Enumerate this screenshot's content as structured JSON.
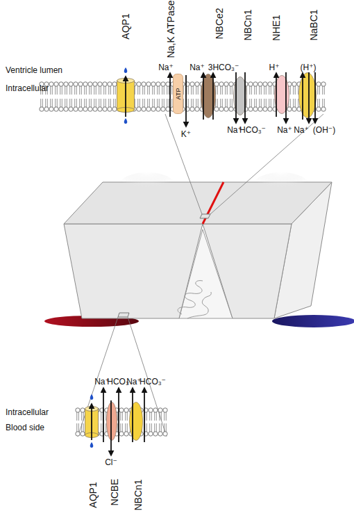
{
  "diagram": {
    "nodes": [
      {
        "text": [
          "AQP1"
        ]
      },
      {
        "text": [
          "Na,K ATPase",
          "ATP"
        ]
      },
      {
        "text": [
          "NBCe2"
        ]
      },
      {
        "text": [
          "NBCn1"
        ]
      },
      {
        "text": [
          "NHE1"
        ]
      },
      {
        "text": [
          "NaBC1"
        ]
      },
      {
        "text": [
          "AQP1"
        ]
      },
      {
        "text": [
          "NCBE"
        ]
      },
      {
        "text": [
          "NBCn1"
        ]
      }
    ],
    "labels": [
      "Ventricle lumen",
      "Intracellular",
      "Na⁺",
      "K⁺",
      "Na⁺",
      "3HCO₃⁻",
      "Na⁺",
      "HCO₃⁻",
      "H⁺",
      "Na⁺",
      "(H⁺)",
      "Na⁺",
      "(OH⁻)",
      "Intracellular",
      "Blood side",
      "Na⁺",
      "HCO₃",
      "Na⁺",
      "HCO₃⁻",
      "Cl⁻"
    ]
  }
}
